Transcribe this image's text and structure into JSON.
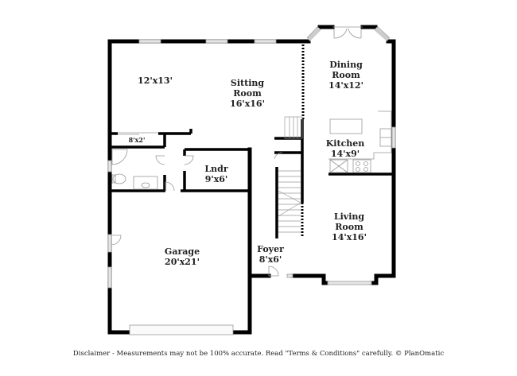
{
  "floorplan": {
    "rooms": [
      {
        "id": "bedroom-unnamed",
        "name": "",
        "size": "12'x13'"
      },
      {
        "id": "sitting-room",
        "name": "Sitting Room",
        "name_lines": [
          "Sitting",
          "Room"
        ],
        "size": "16'x16'"
      },
      {
        "id": "dining-room",
        "name": "Dining Room",
        "name_lines": [
          "Dining",
          "Room"
        ],
        "size": "14'x12'"
      },
      {
        "id": "kitchen",
        "name": "Kitchen",
        "size": "14'x9'"
      },
      {
        "id": "closet",
        "name": "",
        "size": "8'x2'"
      },
      {
        "id": "laundry",
        "name": "Lndr",
        "size": "9'x6'"
      },
      {
        "id": "living-room",
        "name": "Living Room",
        "name_lines": [
          "Living",
          "Room"
        ],
        "size": "14'x16'"
      },
      {
        "id": "garage",
        "name": "Garage",
        "size": "20'x21'"
      },
      {
        "id": "foyer",
        "name": "Foyer",
        "size": "8'x6'"
      }
    ],
    "colors": {
      "wall": "#000000",
      "fixture": "#aaaaaa",
      "window": "#cccccc",
      "text": "#222222",
      "background": "#ffffff"
    }
  },
  "footer": {
    "disclaimer": "Disclaimer - Measurements may not be 100% accurate. Read \"Terms & Conditions\" carefully. © PlanOmatic"
  }
}
